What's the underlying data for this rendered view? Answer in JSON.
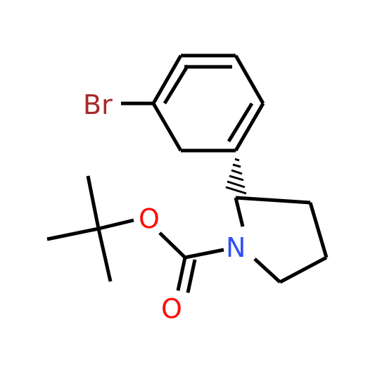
{
  "atoms": {
    "bromine": {
      "label": "Br",
      "color": "#a52a2a"
    },
    "ester_oxygen": {
      "label": "O",
      "color": "#ff0d0d"
    },
    "carbonyl_oxygen": {
      "label": "O",
      "color": "#ff0d0d"
    },
    "nitrogen": {
      "label": "N",
      "color": "#3050f8"
    }
  },
  "bond_color": "#000000",
  "background": "#ffffff"
}
